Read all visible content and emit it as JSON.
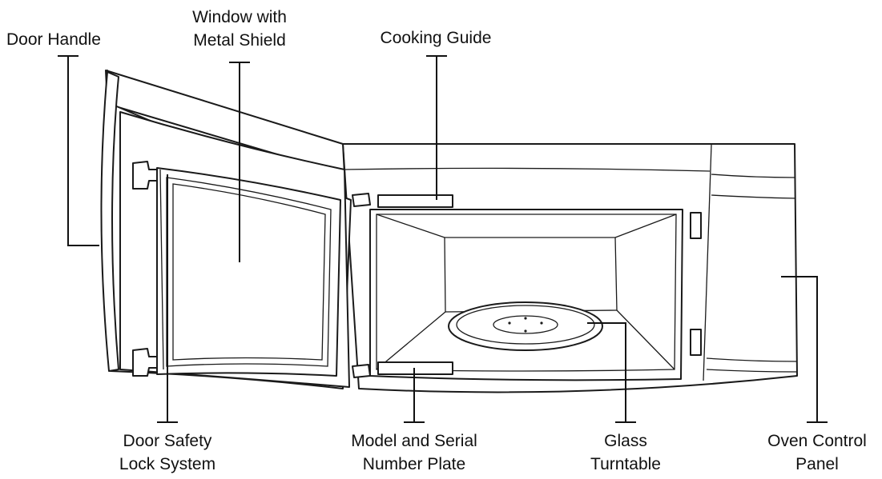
{
  "labels": {
    "door_handle": "Door Handle",
    "window_line1": "Window with",
    "window_line2": "Metal Shield",
    "cooking_guide": "Cooking Guide",
    "lock_line1": "Door Safety",
    "lock_line2": "Lock System",
    "plate_line1": "Model and Serial",
    "plate_line2": "Number Plate",
    "turntable_line1": "Glass",
    "turntable_line2": "Turntable",
    "panel_line1": "Oven Control",
    "panel_line2": "Panel"
  },
  "colors": {
    "line": "#1a1a1a",
    "background": "#ffffff"
  }
}
